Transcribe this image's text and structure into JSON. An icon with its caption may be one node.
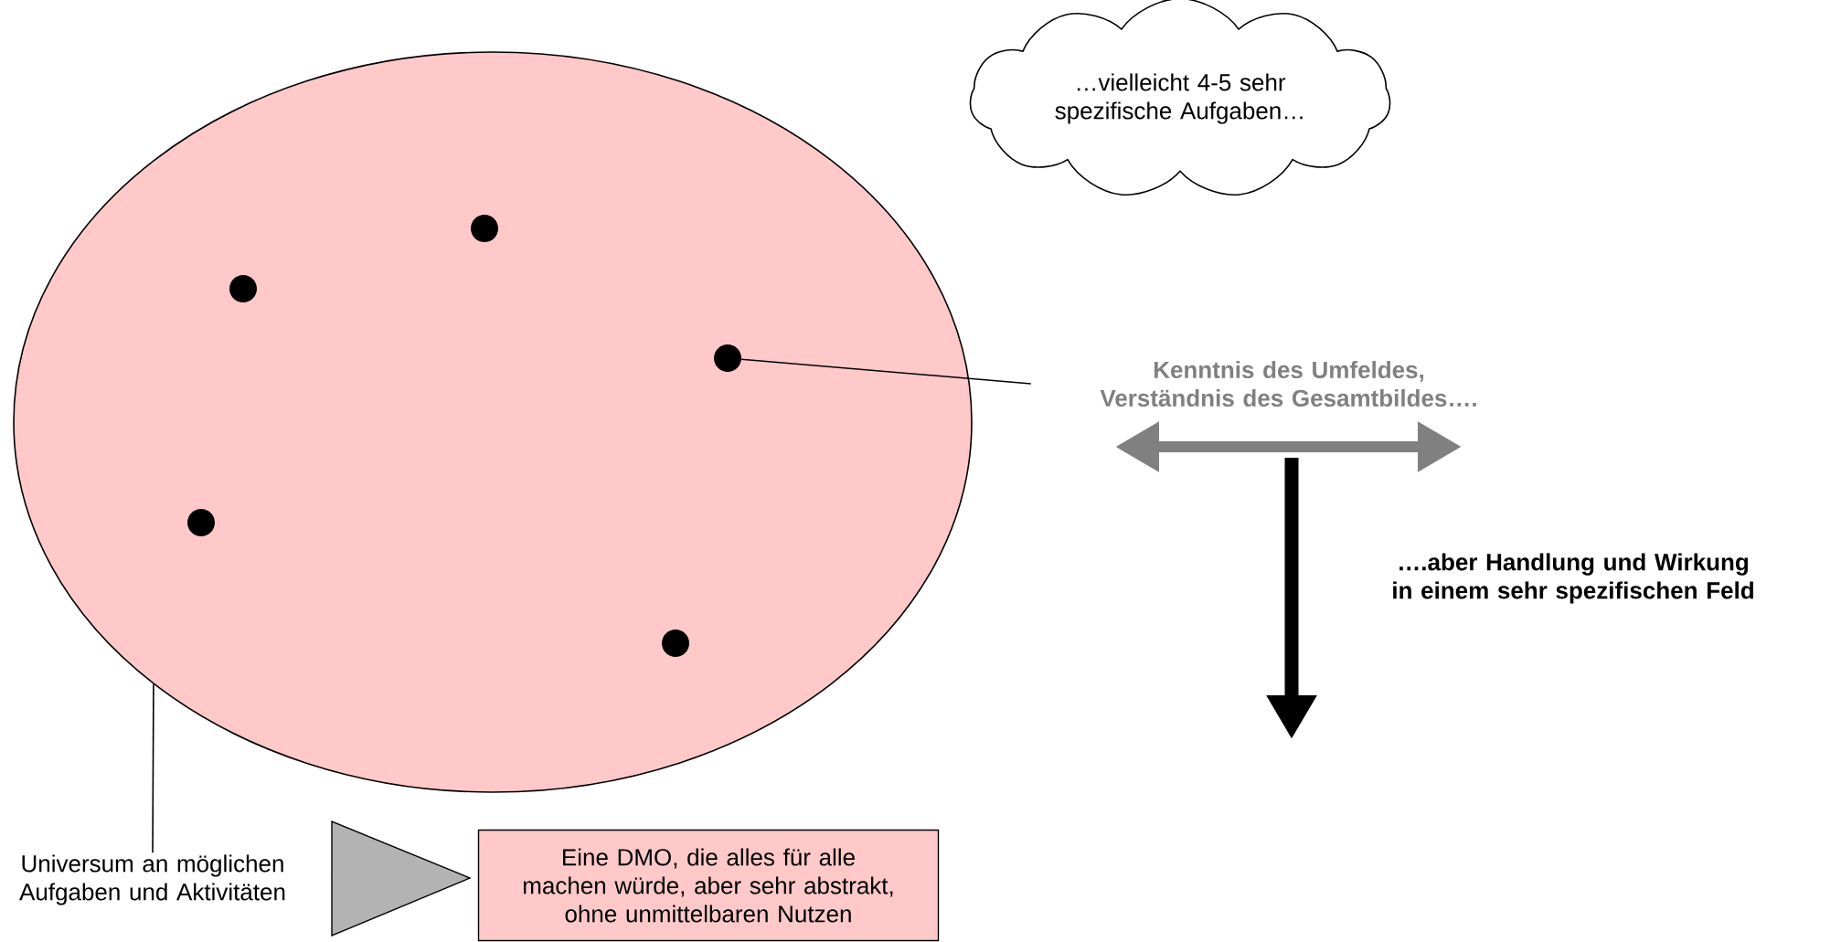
{
  "diagram": {
    "nodes": [
      {
        "text": [],
        "shape": "ellipse"
      },
      {
        "text": [],
        "shape": "circle",
        "in": 0
      },
      {
        "text": [],
        "shape": "circle",
        "in": 0
      },
      {
        "text": [],
        "shape": "circle",
        "in": 0
      },
      {
        "text": [],
        "shape": "circle",
        "in": 0
      },
      {
        "text": [],
        "shape": "circle",
        "in": 0
      },
      {
        "text": [
          "…vielleicht 4-5 sehr spezifische Aufgaben…"
        ]
      },
      {
        "text": [
          "Kenntnis des Umfeldes, Verständnis des Gesamtbildes…."
        ]
      },
      {
        "text": [
          "Universum an möglichen Aufgaben und Aktivitäten"
        ]
      },
      {
        "text": [],
        "shape": "triangle"
      },
      {
        "text": [
          "Eine DMO, die alles für alle machen würde, aber sehr abstrakt, ohne unmittelbaren Nutzen"
        ]
      }
    ],
    "edges": [
      {
        "from": 3,
        "to": 7,
        "arrow": "none"
      },
      {
        "from": 0,
        "to": 8,
        "arrow": "none"
      }
    ],
    "labels": [
      "….aber Handlung und Wirkung in einem sehr spezifischen Feld"
    ]
  }
}
